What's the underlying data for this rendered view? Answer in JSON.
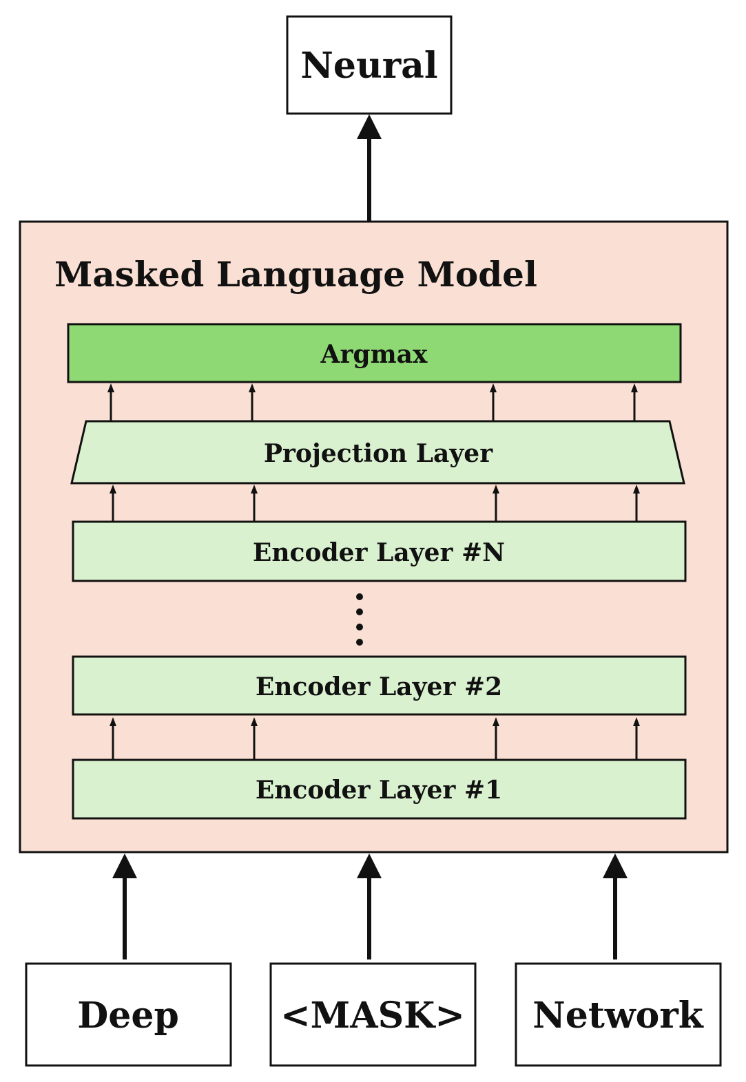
{
  "output_token": "Neural",
  "model": {
    "title": "Masked Language Model",
    "argmax_label": "Argmax",
    "projection_label": "Projection Layer",
    "encoder_layers": [
      {
        "label": "Encoder Layer #N"
      },
      {
        "label": "Encoder Layer #2"
      },
      {
        "label": "Encoder Layer #1"
      }
    ]
  },
  "input_tokens": [
    "Deep",
    "<MASK>",
    "Network"
  ],
  "colors": {
    "model_bg": "#fae0d4",
    "argmax_fill": "#8ed974",
    "layer_fill": "#daf1d0",
    "stroke": "#111111"
  }
}
